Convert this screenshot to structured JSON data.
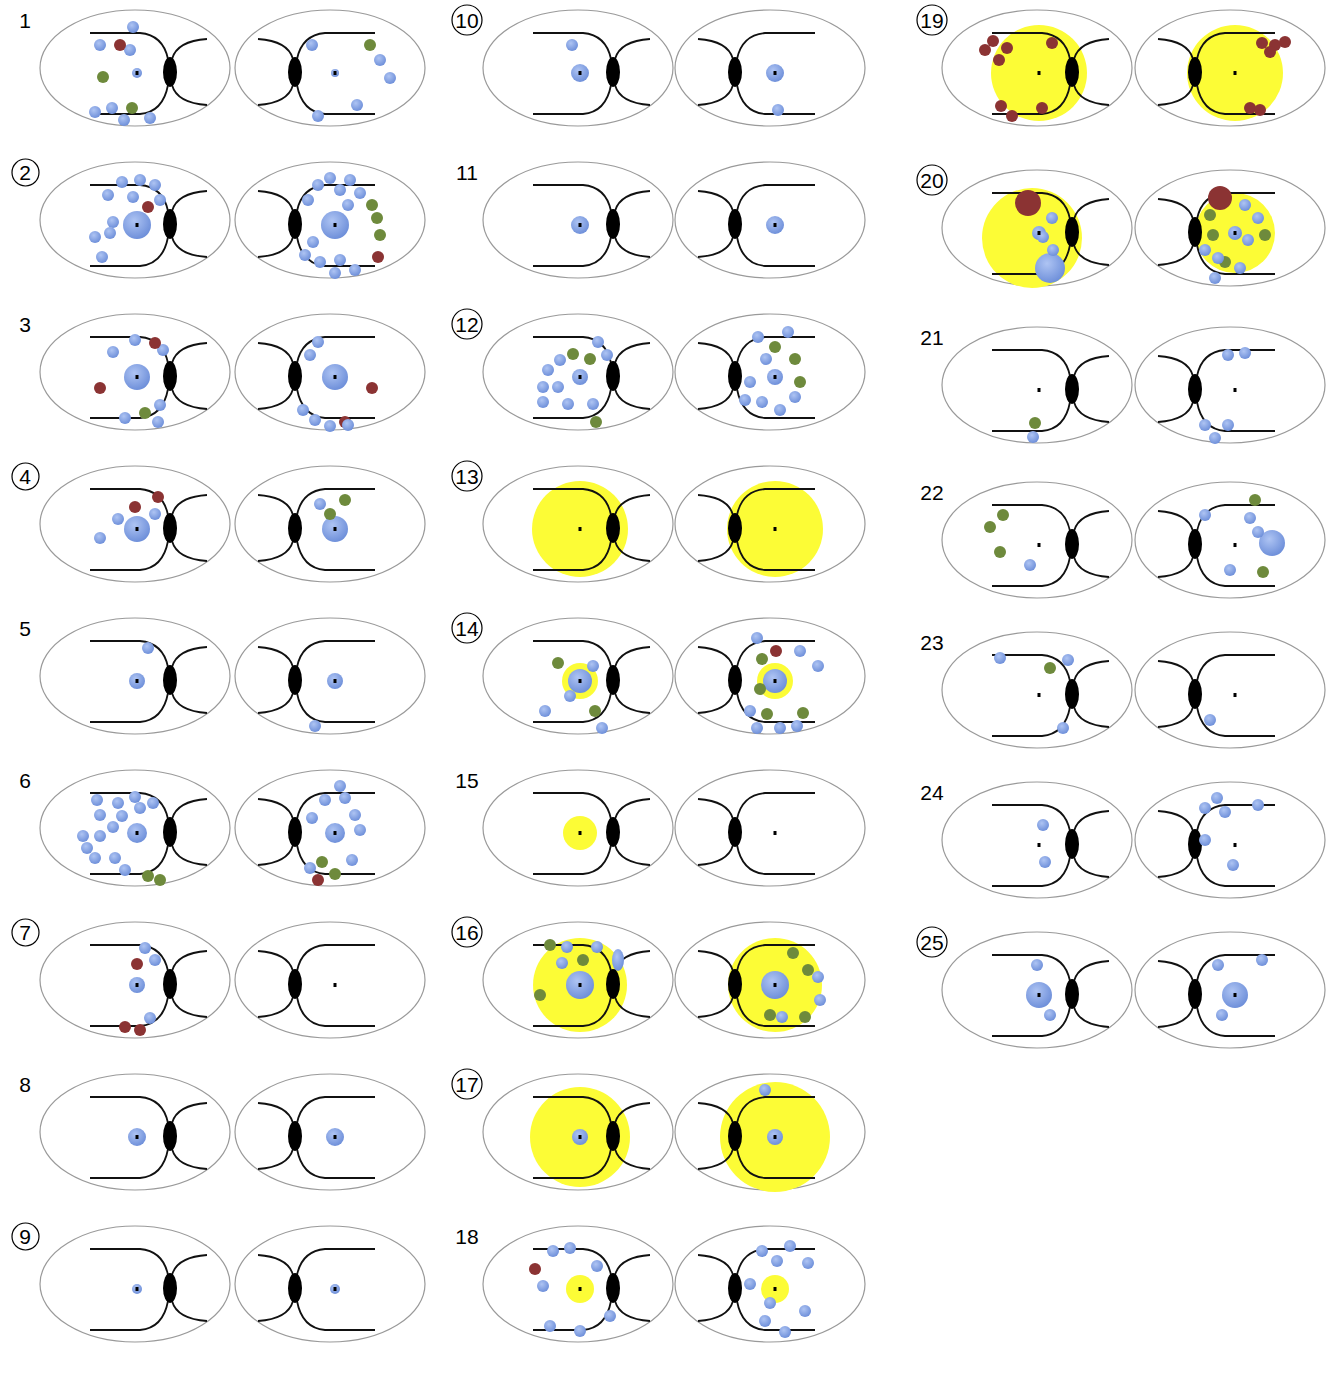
{
  "diagram": {
    "nodes": [
      {
        "text": [
          "2"
        ]
      },
      {
        "text": [
          "4"
        ]
      },
      {
        "text": [
          "7"
        ]
      },
      {
        "text": [
          "9"
        ]
      },
      {
        "text": [
          "10"
        ]
      },
      {
        "text": [
          "12"
        ]
      },
      {
        "text": [
          "13"
        ]
      },
      {
        "text": [
          "14"
        ]
      },
      {
        "text": [
          "16"
        ]
      },
      {
        "text": [
          "17"
        ]
      },
      {
        "text": [
          "19"
        ]
      },
      {
        "text": [
          "20"
        ]
      },
      {
        "text": [
          "25"
        ]
      }
    ],
    "labels": [
      "1",
      "3",
      "5",
      "6",
      "8",
      "11",
      "15",
      "18",
      "21",
      "22",
      "23",
      "24"
    ]
  }
}
